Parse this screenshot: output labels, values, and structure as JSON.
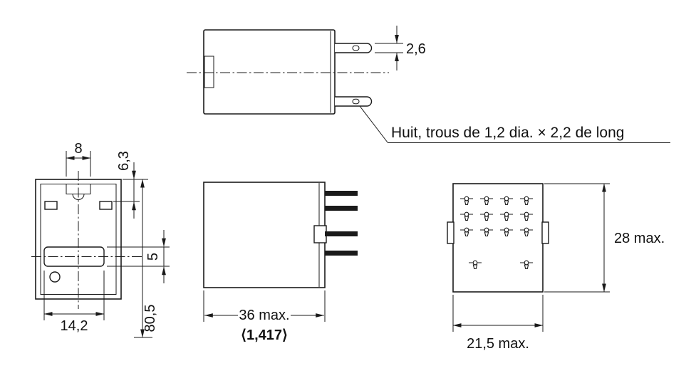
{
  "colors": {
    "ink": "#1a1a1a"
  },
  "note": {
    "holes": "Huit, trous de 1,2 dia. × 2,2 de long"
  },
  "dimensions": {
    "pin_slot_thickness": "2,6",
    "tab_width": "8",
    "edge_to_hole": "6,3",
    "slot_height": "5",
    "slot_width": "14,2",
    "mount_height": "80,5",
    "body_length": "36 max.",
    "body_length_inches": "⟨1,417⟩",
    "body_height": "28 max.",
    "body_width": "21,5 max."
  }
}
